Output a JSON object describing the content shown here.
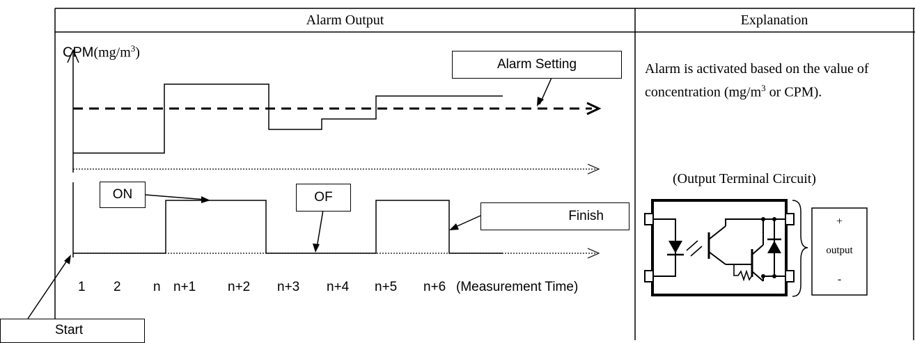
{
  "table": {
    "header_left": "Alarm Output",
    "header_right": "Explanation"
  },
  "chart": {
    "y_label_prefix": "CPM",
    "y_label_unit_base": "(mg/m",
    "y_label_unit_sup": "3",
    "y_label_unit_close": ")",
    "callouts": {
      "alarm_setting": "Alarm Setting",
      "on": "ON",
      "off": "OF",
      "finish": "Finish",
      "start": "Start"
    },
    "x_ticks": [
      "1",
      "2",
      "n",
      "n+1",
      "n+2",
      "n+3",
      "n+4",
      "n+5",
      "n+6"
    ],
    "x_axis_title": "(Measurement Time)"
  },
  "explanation": {
    "text_part1": "Alarm is activated based on the value of concentration (mg/m",
    "text_sup": "3",
    "text_part2": " or CPM).",
    "circuit_title": "(Output Terminal Circuit)",
    "terminal_plus": "+",
    "terminal_output": "output",
    "terminal_minus": "-"
  }
}
